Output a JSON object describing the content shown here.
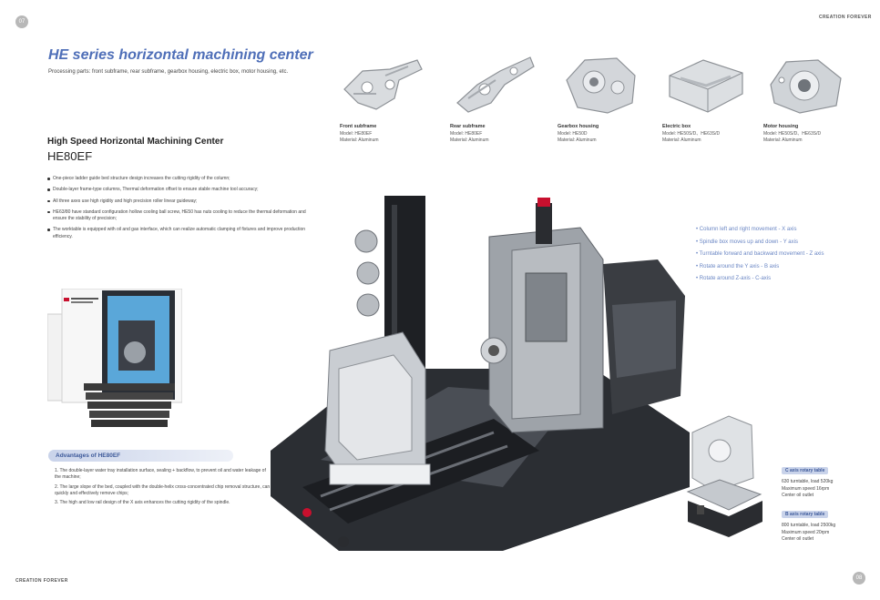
{
  "page": {
    "left_num": "07",
    "right_num": "08",
    "brand_top": "CREATION  FOREVER",
    "brand_bottom": "CREATION  FOREVER"
  },
  "header": {
    "title": "HE series horizontal machining center",
    "subtitle": "Processing parts: front subframe, rear subframe, gearbox housing, electric box, motor housing, etc."
  },
  "parts": [
    {
      "name": "Front subframe",
      "model": "Model: HE80EF",
      "material": "Material: Aluminum"
    },
    {
      "name": "Rear subframe",
      "model": "Model: HE80EF",
      "material": "Material: Aluminum"
    },
    {
      "name": "Gearbox housing",
      "model": "Model: HE50D",
      "material": "Material: Aluminum"
    },
    {
      "name": "Electric box",
      "model": "Model: HE50S/D、HE63S/D",
      "material": "Material: Aluminum"
    },
    {
      "name": "Motor housing",
      "model": "Model: HE50S/D、HE63S/D",
      "material": "Material: Aluminum"
    }
  ],
  "section": {
    "title": "High Speed Horizontal Machining Center",
    "model": "HE80EF"
  },
  "features": [
    "One-piece ladder guide bed structure design increases the cutting rigidity of the column;",
    "Double-layer frame-type columns, Thermal deformation offset to ensure stable machine tool accuracy;",
    "All three axes use high rigidity and high precision roller linear guideway;",
    "HE63/80 have standard configuration hollow cooling ball screw, HE50 has nuts cooling to reduce the thermal deformation and ensure the stability of precision;",
    "The worktable is equipped with oil and gas interface, which can realize automatic clamping of fixtures and improve production efficiency."
  ],
  "advantages": {
    "title": "Advantages of HE80EF",
    "items": [
      "1. The double-layer water tray installation surface, sealing + backflow, to prevent oil and water leakage of the machine;",
      "2. The large slope of the bed, coupled with the double-helix cross-concentrated chip removal structure, can quickly and effectively remove chips;",
      "3. The high and low rail design of the X axis enhances the cutting rigidity of the spindle."
    ]
  },
  "axes": [
    "Column left and right movement - X axis",
    "Spindle box moves up and down - Y axis",
    "Turntable forward and backward movement - Z axis",
    "Rotate around the Y axis - B axis",
    "Rotate around Z-axis - C-axis"
  ],
  "rotary": {
    "c": {
      "title": "C axis rotary table",
      "l1": "630 turntable, load 520kg",
      "l2": "Maximum speed 16rpm",
      "l3": "Center oil outlet"
    },
    "b": {
      "title": "B axis rotary table",
      "l1": "800 turntable, load 2500kg",
      "l2": "Maximum speed 20rpm",
      "l3": "Center oil outlet"
    }
  },
  "colors": {
    "accent": "#4f6fb8",
    "axis_text": "#6a86c4",
    "badge_bg": "#c9d3ea",
    "spindle_red": "#c8102e"
  }
}
